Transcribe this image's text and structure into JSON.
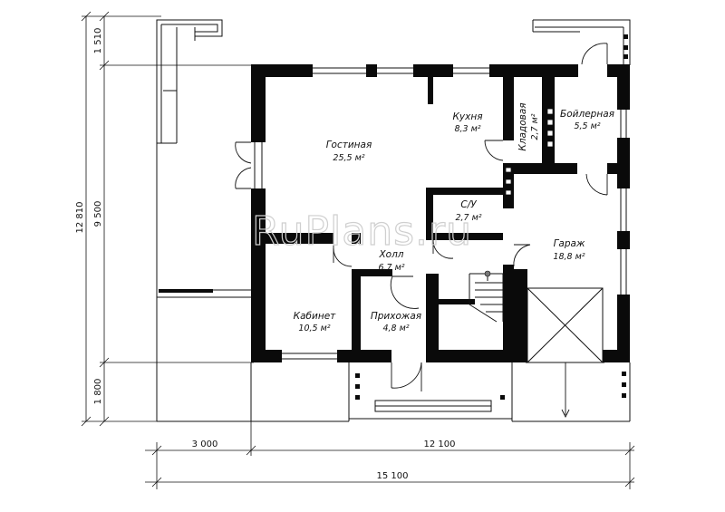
{
  "watermark": "RuPlans.ru",
  "rooms": {
    "living": {
      "name": "Гостиная",
      "area": "25,5 м²"
    },
    "kitchen": {
      "name": "Кухня",
      "area": "8,3 м²"
    },
    "pantry": {
      "name": "Кладовая",
      "area": "2,7 м²"
    },
    "boiler": {
      "name": "Бойлерная",
      "area": "5,5 м²"
    },
    "wc": {
      "name": "С/У",
      "area": "2,7 м²"
    },
    "hall": {
      "name": "Холл",
      "area": "6,7 м²"
    },
    "garage": {
      "name": "Гараж",
      "area": "18,8 м²"
    },
    "study": {
      "name": "Кабинет",
      "area": "10,5 м²"
    },
    "entry": {
      "name": "Прихожая",
      "area": "4,8 м²"
    }
  },
  "dimensions": {
    "left_total": "12 810",
    "left_top": "1 510",
    "left_middle": "9 500",
    "left_bottom": "1 800",
    "bottom_left": "3 000",
    "bottom_right": "12 100",
    "bottom_total": "15 100"
  }
}
